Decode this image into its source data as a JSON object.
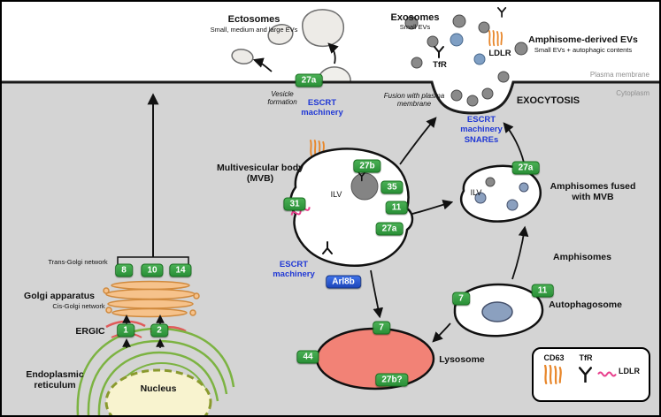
{
  "colors": {
    "badge_green": "#2a9038",
    "arl8b_blue": "#1d46bb",
    "accent_blue_text": "#2038d5",
    "lysosome_pink": "#f28276",
    "cytoplasm_grey": "#d4d4d4",
    "nucleus_yellow": "#f8f3cf",
    "golgi_orange": "#f6c28b",
    "er_green": "#7cb342",
    "ldlr_pink": "#e83e8c",
    "cd63_orange": "#e8872b",
    "vesicle_grey": "#8a8a8a",
    "autophagic_blue": "#8ba0bf"
  },
  "extracellular": {
    "ectosomes_title": "Ectosomes",
    "ectosomes_subtitle": "Small, medium and large EVs",
    "exosomes_title": "Exosomes",
    "exosomes_subtitle": "Small EVs",
    "amphisome_evs_title": "Amphisome-derived EVs",
    "amphisome_evs_subtitle": "Small EVs + autophagic contents",
    "tfr": "TfR",
    "ldlr": "LDLR"
  },
  "membrane": {
    "plasma_membrane": "Plasma membrane",
    "cytoplasm": "Cytoplasm",
    "badge_27a": "27a",
    "vesicle_formation": "Vesicle formation",
    "escrt_machinery": "ESCRT machinery",
    "fusion": "Fusion with plasma membrane",
    "exocytosis": "EXOCYTOSIS",
    "escrt_machinery_right": "ESCRT machinery",
    "snares": "SNAREs"
  },
  "mvb": {
    "title": "Multivesicular body (MVB)",
    "ilv": "ILV",
    "badge_27b": "27b",
    "badge_35": "35",
    "badge_11": "11",
    "badge_27a": "27a",
    "badge_31": "31",
    "escrt_machinery": "ESCRT machinery",
    "arl8b": "Arl8b"
  },
  "amphisome": {
    "fused_title": "Amphisomes fused with MVB",
    "badge_27a": "27a",
    "ilv": "ILV",
    "amphisomes": "Amphisomes"
  },
  "autophagosome": {
    "title": "Autophagosome",
    "badge_7": "7",
    "badge_11": "11"
  },
  "lysosome": {
    "title": "Lysosome",
    "badge_7": "7",
    "badge_44": "44",
    "badge_27b_q": "27b?"
  },
  "secretory_pathway": {
    "trans_golgi": "Trans-Golgi network",
    "badge_8": "8",
    "badge_10": "10",
    "badge_14": "14",
    "golgi": "Golgi apparatus",
    "cis_golgi": "Cis-Golgi network",
    "ergic": "ERGIC",
    "badge_1": "1",
    "badge_2": "2",
    "er": "Endoplasmic reticulum",
    "nucleus": "Nucleus"
  },
  "legend": {
    "cd63": "CD63",
    "tfr": "TfR",
    "ldlr": "LDLR"
  }
}
